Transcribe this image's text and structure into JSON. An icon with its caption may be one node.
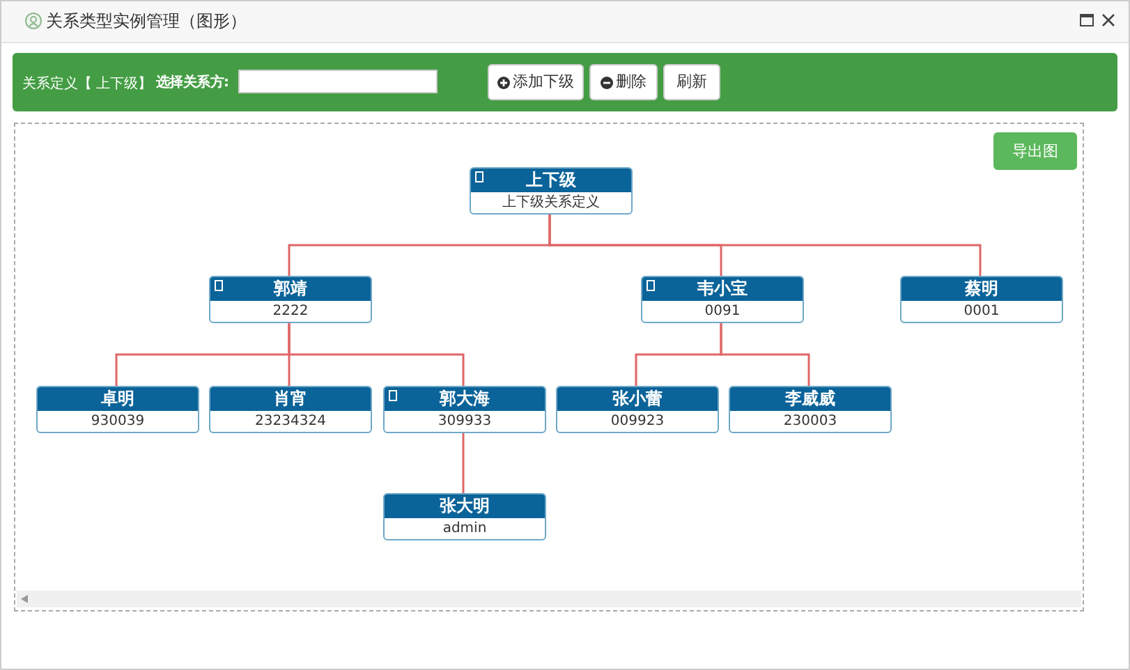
{
  "diagram": {
    "title": "关系类型实例管理（图形）",
    "nodes": [
      {
        "text": [
          "上下级",
          "上下级关系定义"
        ]
      },
      {
        "text": [
          "郭靖",
          "2222"
        ]
      },
      {
        "text": [
          "韦小宝",
          "0091"
        ]
      },
      {
        "text": [
          "蔡明",
          "0001"
        ]
      },
      {
        "text": [
          "卓明",
          "930039"
        ]
      },
      {
        "text": [
          "肖宵",
          "23234324"
        ]
      },
      {
        "text": [
          "郭大海",
          "309933"
        ]
      },
      {
        "text": [
          "张小蕾",
          "009923"
        ]
      },
      {
        "text": [
          "李威威",
          "230003"
        ]
      },
      {
        "text": [
          "张大明",
          "admin"
        ]
      }
    ],
    "edges": [
      {
        "from": 0,
        "to": 1,
        "arrow": "none"
      },
      {
        "from": 0,
        "to": 2,
        "arrow": "none"
      },
      {
        "from": 0,
        "to": 3,
        "arrow": "none"
      },
      {
        "from": 1,
        "to": 4,
        "arrow": "none"
      },
      {
        "from": 1,
        "to": 5,
        "arrow": "none"
      },
      {
        "from": 1,
        "to": 6,
        "arrow": "none"
      },
      {
        "from": 2,
        "to": 7,
        "arrow": "none"
      },
      {
        "from": 2,
        "to": 8,
        "arrow": "none"
      },
      {
        "from": 6,
        "to": 9,
        "arrow": "none"
      }
    ],
    "labels": [
      "关系定义【 上下级】",
      "选择关系方:",
      "添加下级",
      "删除",
      "刷新",
      "导出图"
    ]
  }
}
